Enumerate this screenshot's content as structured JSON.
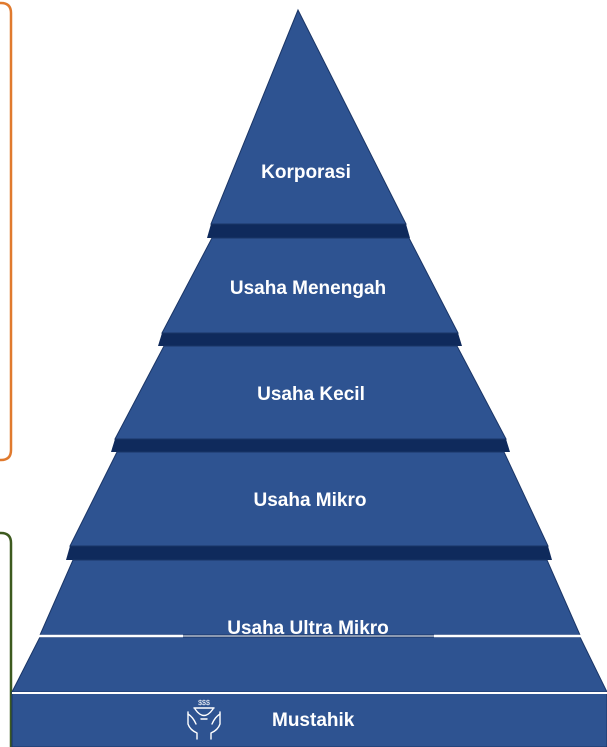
{
  "pyramid": {
    "levels": [
      {
        "label": "Korporasi"
      },
      {
        "label": "Usaha Menengah"
      },
      {
        "label": "Usaha Kecil"
      },
      {
        "label": "Usaha Mikro"
      },
      {
        "label": "Usaha Ultra Mikro"
      }
    ],
    "base": {
      "label": "Mustahik",
      "icon": "charity-hands-icon"
    }
  },
  "colors": {
    "fill": "#2e5391",
    "shadow": "#0f2a5c",
    "outline": "#1a3566",
    "text": "#ffffff",
    "orange_box": "#e07a2e",
    "green_box": "#3d5a1f"
  }
}
